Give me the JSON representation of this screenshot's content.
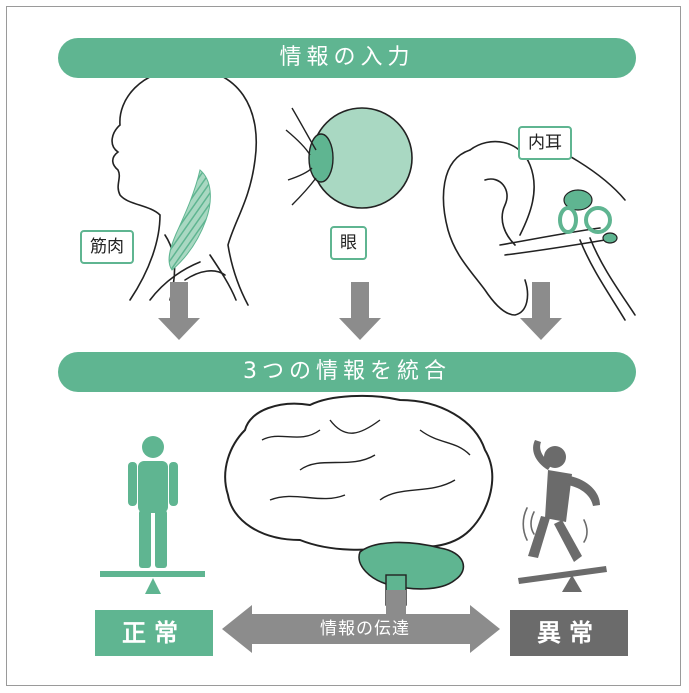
{
  "colors": {
    "teal": "#5fb591",
    "teal_light": "#a9d8c2",
    "gray_arrow": "#8c8c8c",
    "abnormal": "#6b6b6b"
  },
  "header_top": {
    "text": "情報の入力"
  },
  "header_mid": {
    "text": "3つの情報を統合"
  },
  "labels": {
    "muscle": "筋肉",
    "eye": "眼",
    "inner_ear": "内耳"
  },
  "status": {
    "normal": "正常",
    "abnormal": "異常"
  },
  "transmission_label": "情報の伝達",
  "icons": {
    "head": "head-neck-muscle-icon",
    "eye": "eyeball-icon",
    "ear": "inner-ear-icon",
    "brain": "brain-icon",
    "standing": "standing-person-icon",
    "falling": "falling-person-icon"
  }
}
